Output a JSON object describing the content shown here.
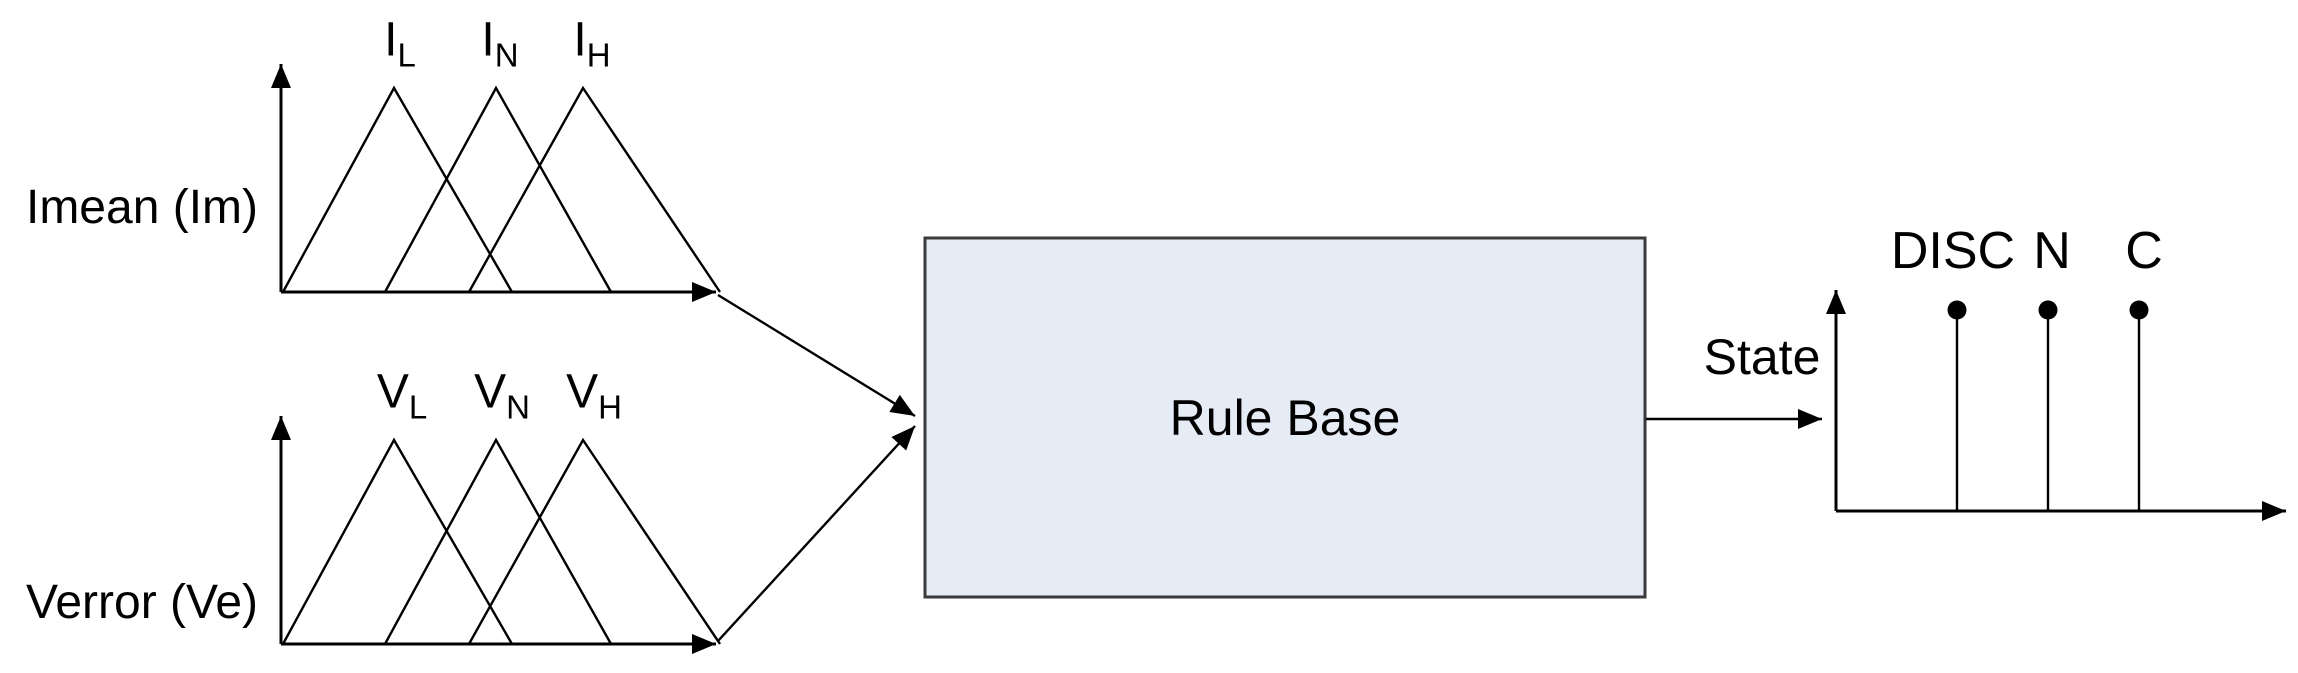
{
  "inputs": [
    {
      "axis_label": "Imean (Im)",
      "sets": [
        {
          "base": "I",
          "sub": "L"
        },
        {
          "base": "I",
          "sub": "N"
        },
        {
          "base": "I",
          "sub": "H"
        }
      ]
    },
    {
      "axis_label": "Verror (Ve)",
      "sets": [
        {
          "base": "V",
          "sub": "L"
        },
        {
          "base": "V",
          "sub": "N"
        },
        {
          "base": "V",
          "sub": "H"
        }
      ]
    }
  ],
  "rule_base": {
    "label": "Rule Base"
  },
  "output": {
    "arrow_label": "State",
    "singletons": [
      "DISC",
      "N",
      "C"
    ]
  },
  "colors": {
    "background": "#ffffff",
    "line": "#000000",
    "box_fill": "#e6ecf6",
    "box_border": "#3a3a3a"
  }
}
